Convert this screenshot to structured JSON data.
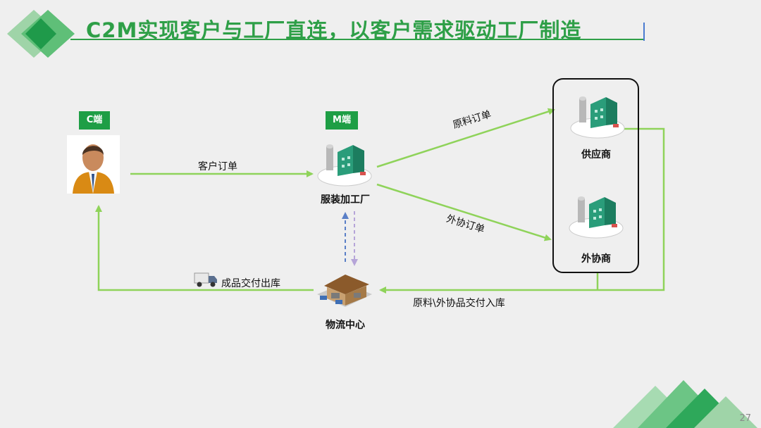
{
  "title": "C2M实现客户与工厂直连，以客户需求驱动工厂制造",
  "colors": {
    "accent": "#2e9f47",
    "flow_line": "#8fd35a",
    "tag_bg": "#1e9e45"
  },
  "tags": {
    "c_end": "C端",
    "m_end": "M端"
  },
  "nodes": {
    "customer": {
      "icon": "customer-avatar-icon"
    },
    "factory": {
      "label": "服装加工厂",
      "icon": "factory-icon"
    },
    "supplier": {
      "label": "供应商",
      "icon": "factory-icon"
    },
    "outsource": {
      "label": "外协商",
      "icon": "factory-icon"
    },
    "logistics": {
      "label": "物流中心",
      "icon": "warehouse-icon"
    }
  },
  "edges": {
    "customer_order": "客户订单",
    "raw_material_order": "原料订单",
    "outsource_order": "外协订单",
    "finished_delivery": "成品交付出库",
    "material_delivery": "原料\\外协品交付入库"
  },
  "page_number": "27"
}
